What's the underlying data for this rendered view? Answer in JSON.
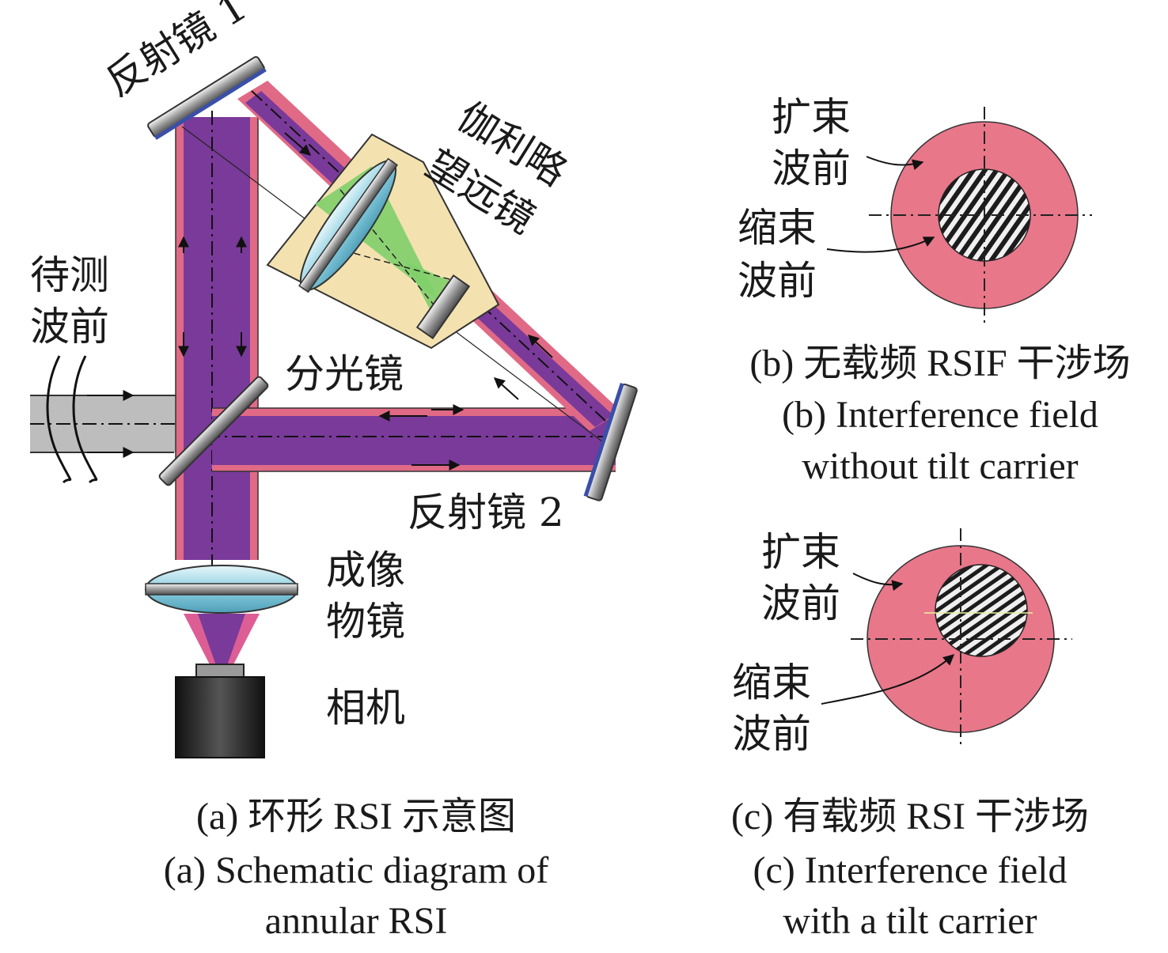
{
  "labels": {
    "mirror1": "反射镜 1",
    "mirror2": "反射镜 2",
    "telescope_l1": "伽利略",
    "telescope_l2": "望远镜",
    "test_wave_l1": "待测",
    "test_wave_l2": "波前",
    "beamsplitter": "分光镜",
    "imaging_l1": "成像",
    "imaging_l2": "物镜",
    "camera": "相机",
    "expanded_l1": "扩束",
    "expanded_l2": "波前",
    "contracted_l1": "缩束",
    "contracted_l2": "波前"
  },
  "captions": {
    "a_cn": "(a) 环形 RSI 示意图",
    "a_en1": "(a) Schematic diagram of",
    "a_en2": "annular RSI",
    "b_cn": "(b) 无载频 RSIF 干涉场",
    "b_en1": "(b) Interference field",
    "b_en2": "without tilt carrier",
    "c_cn": "(c) 有载频 RSI 干涉场",
    "c_en1": "(c) Interference field",
    "c_en2": "with a tilt carrier"
  },
  "colors": {
    "beam_outer": "#e06a86",
    "beam_inner": "#7a3a9a",
    "input_beam": "#bdbdbd",
    "telescope_body": "#f3e2b0",
    "telescope_cone": "#7fcf6a",
    "annulus": "#e8778a",
    "mirror_backing": "#3a4fa8"
  }
}
